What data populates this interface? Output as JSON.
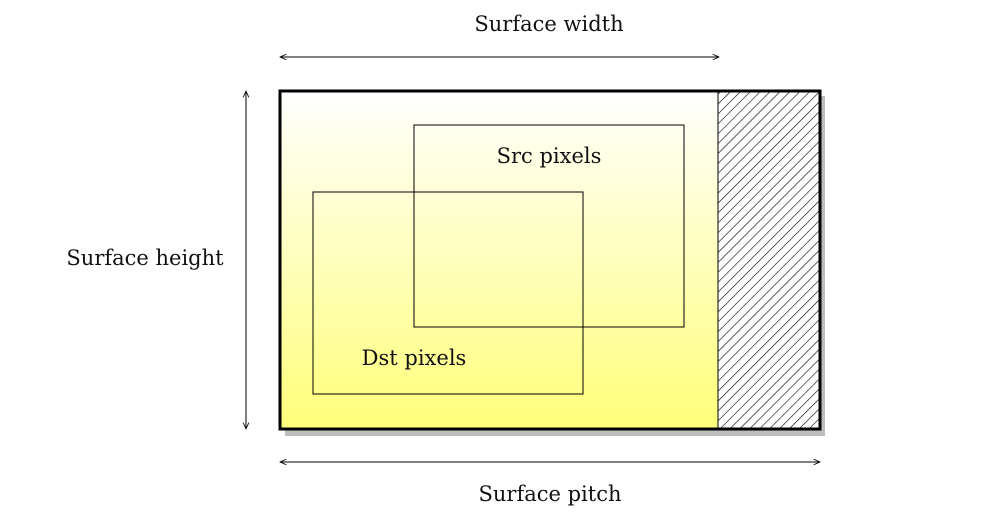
{
  "labels": {
    "surface_width": "Surface width",
    "surface_height": "Surface height",
    "surface_pitch": "Surface pitch",
    "src_pixels": "Src pixels",
    "dst_pixels": "Dst pixels"
  },
  "colors": {
    "gradient_top": "#ffffff",
    "gradient_bottom": "#ffff7a",
    "shadow": "#bdbdbd",
    "stroke": "#000000"
  }
}
